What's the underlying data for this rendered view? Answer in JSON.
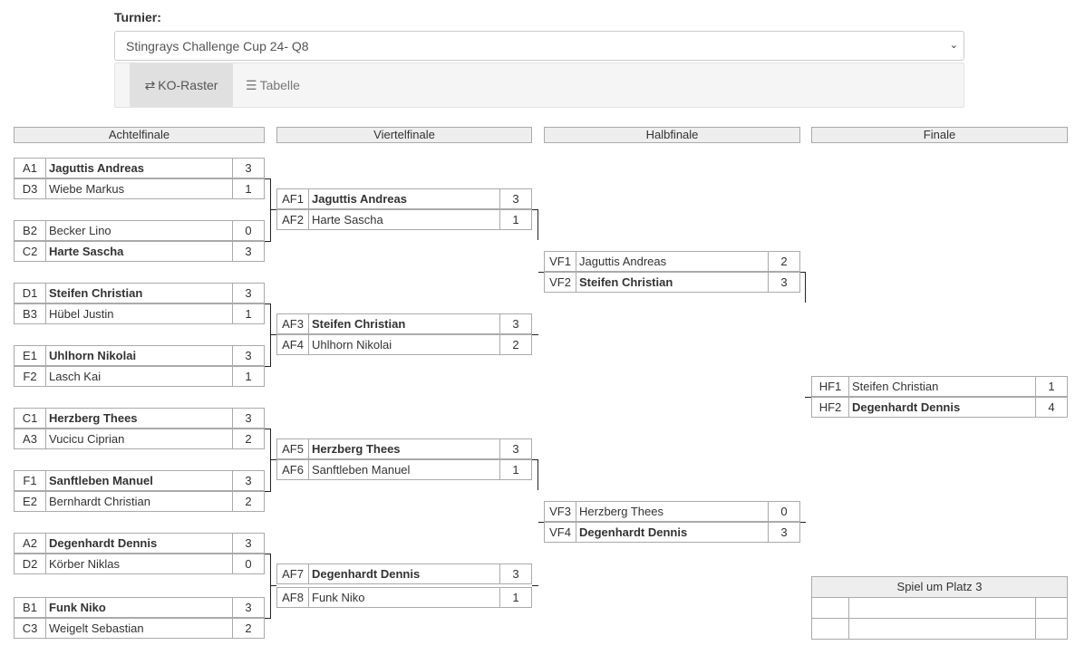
{
  "turnier": {
    "label": "Turnier:",
    "selected": "Stingrays Challenge Cup 24- Q8",
    "caret_icon": "chevron-down-icon"
  },
  "tabs": [
    {
      "label": "KO-Raster",
      "icon": "shuffle-icon",
      "active": true
    },
    {
      "label": "Tabelle",
      "icon": "list-icon",
      "active": false
    }
  ],
  "rounds": [
    "Achtelfinale",
    "Viertelfinale",
    "Halbfinale",
    "Finale"
  ],
  "achtelfinale": [
    [
      {
        "code": "A1",
        "name": "Jaguttis Andreas",
        "score": "3",
        "win": true
      },
      {
        "code": "D3",
        "name": "Wiebe Markus",
        "score": "1",
        "win": false
      }
    ],
    [
      {
        "code": "B2",
        "name": "Becker Lino",
        "score": "0",
        "win": false
      },
      {
        "code": "C2",
        "name": "Harte Sascha",
        "score": "3",
        "win": true
      }
    ],
    [
      {
        "code": "D1",
        "name": "Steifen Christian",
        "score": "3",
        "win": true
      },
      {
        "code": "B3",
        "name": "Hübel Justin",
        "score": "1",
        "win": false
      }
    ],
    [
      {
        "code": "E1",
        "name": "Uhlhorn Nikolai",
        "score": "3",
        "win": true
      },
      {
        "code": "F2",
        "name": "Lasch Kai",
        "score": "1",
        "win": false
      }
    ],
    [
      {
        "code": "C1",
        "name": "Herzberg Thees",
        "score": "3",
        "win": true
      },
      {
        "code": "A3",
        "name": "Vucicu Ciprian",
        "score": "2",
        "win": false
      }
    ],
    [
      {
        "code": "F1",
        "name": "Sanftleben Manuel",
        "score": "3",
        "win": true
      },
      {
        "code": "E2",
        "name": "Bernhardt Christian",
        "score": "2",
        "win": false
      }
    ],
    [
      {
        "code": "A2",
        "name": "Degenhardt Dennis",
        "score": "3",
        "win": true
      },
      {
        "code": "D2",
        "name": "Körber Niklas",
        "score": "0",
        "win": false
      }
    ],
    [
      {
        "code": "B1",
        "name": "Funk Niko",
        "score": "3",
        "win": true
      },
      {
        "code": "C3",
        "name": "Weigelt Sebastian",
        "score": "2",
        "win": false
      }
    ]
  ],
  "viertelfinale": [
    [
      {
        "code": "AF1",
        "name": "Jaguttis Andreas",
        "score": "3",
        "win": true
      },
      {
        "code": "AF2",
        "name": "Harte Sascha",
        "score": "1",
        "win": false
      }
    ],
    [
      {
        "code": "AF3",
        "name": "Steifen Christian",
        "score": "3",
        "win": true
      },
      {
        "code": "AF4",
        "name": "Uhlhorn Nikolai",
        "score": "2",
        "win": false
      }
    ],
    [
      {
        "code": "AF5",
        "name": "Herzberg Thees",
        "score": "3",
        "win": true
      },
      {
        "code": "AF6",
        "name": "Sanftleben Manuel",
        "score": "1",
        "win": false
      }
    ],
    [
      {
        "code": "AF7",
        "name": "Degenhardt Dennis",
        "score": "3",
        "win": true
      },
      {
        "code": "AF8",
        "name": "Funk Niko",
        "score": "1",
        "win": false
      }
    ]
  ],
  "halbfinale": [
    [
      {
        "code": "VF1",
        "name": "Jaguttis Andreas",
        "score": "2",
        "win": false
      },
      {
        "code": "VF2",
        "name": "Steifen Christian",
        "score": "3",
        "win": true
      }
    ],
    [
      {
        "code": "VF3",
        "name": "Herzberg Thees",
        "score": "0",
        "win": false
      },
      {
        "code": "VF4",
        "name": "Degenhardt Dennis",
        "score": "3",
        "win": true
      }
    ]
  ],
  "finale": [
    [
      {
        "code": "HF1",
        "name": "Steifen Christian",
        "score": "1",
        "win": false
      },
      {
        "code": "HF2",
        "name": "Degenhardt Dennis",
        "score": "4",
        "win": true
      }
    ]
  ],
  "platz3": {
    "title": "Spiel um Platz 3"
  }
}
